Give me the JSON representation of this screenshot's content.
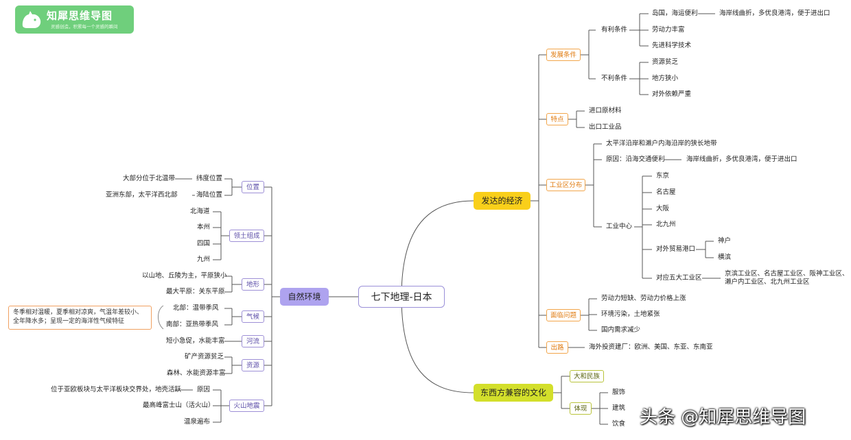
{
  "logo": {
    "title": "知犀思维导图",
    "subtitle": "灵感创造，积累每一个灵感的瞬间",
    "icon": "rhino-icon"
  },
  "watermark": "头条 @知犀思维导图",
  "center": "七下地理-日本",
  "economy": {
    "title": "发达的经济",
    "conditions": {
      "label": "发展条件",
      "favorable": {
        "label": "有利条件",
        "items": [
          "岛国，海运便利",
          "劳动力丰富",
          "先进科学技术"
        ],
        "item0_detail": "海岸线曲折，多优良港湾，便于进出口"
      },
      "unfavorable": {
        "label": "不利条件",
        "items": [
          "资源贫乏",
          "地方狭小",
          "对外依赖严重"
        ]
      }
    },
    "features": {
      "label": "特点",
      "items": [
        "进口原材料",
        "出口工业品"
      ]
    },
    "industry": {
      "label": "工业区分布",
      "belt": "太平洋沿岸和濑户内海沿岸的狭长地带",
      "reason": "原因：沿海交通便利",
      "reason_detail": "海岸线曲折，多优良港湾，便于进出口",
      "centers": {
        "label": "工业中心",
        "cities": [
          "东京",
          "名古屋",
          "大阪",
          "北九州"
        ],
        "ports": {
          "label": "对外贸易港口",
          "items": [
            "神户",
            "横滨"
          ]
        },
        "five": {
          "label": "对应五大工业区",
          "detail_line1": "京滨工业区、名古屋工业区、阪神工业区、",
          "detail_line2": "濑户内工业区、北九州工业区"
        }
      }
    },
    "problems": {
      "label": "面临问题",
      "items": [
        "劳动力短缺、劳动力价格上涨",
        "环境污染，土地紧张",
        "国内需求减少"
      ]
    },
    "way_out": {
      "label": "出路",
      "detail": "海外投资建厂：欧洲、美国、东亚、东南亚"
    }
  },
  "culture": {
    "title": "东西方兼容的文化",
    "nation": "大和民族",
    "embodiment": {
      "label": "体现",
      "items": [
        "服饰",
        "建筑",
        "饮食"
      ]
    }
  },
  "nature": {
    "title": "自然环境",
    "location": {
      "label": "位置",
      "items": [
        {
          "label": "纬度位置",
          "detail": "大部分位于北温带"
        },
        {
          "label": "海陆位置",
          "detail": "亚洲东部，太平洋西北部"
        }
      ]
    },
    "territory": {
      "label": "领土组成",
      "items": [
        "北海道",
        "本州",
        "四国",
        "九州"
      ]
    },
    "terrain": {
      "label": "地形",
      "items": [
        "以山地、丘陵为主，平原狭小",
        "最大平原：关东平原"
      ]
    },
    "climate": {
      "label": "气候",
      "items": [
        "北部：温带季风",
        "南部：亚热带季风"
      ],
      "note": "冬季相对温暖，夏季相对凉爽，气温年差较小、全年降水多；呈现一定的海洋性气候特征"
    },
    "rivers": {
      "label": "河流",
      "detail": "短小急促，水能丰富"
    },
    "resources": {
      "label": "资源",
      "items": [
        "矿产资源贫乏",
        "森林、水能资源丰富"
      ]
    },
    "volcano": {
      "label": "火山地震",
      "items": [
        "原因",
        "最高峰富士山（活火山）",
        "温泉遍布"
      ],
      "reason_detail": "位于亚欧板块与太平洋板块交界处，地壳活跃"
    }
  },
  "colors": {
    "economy": "#f9cf1a",
    "culture": "#d3df2b",
    "nature": "#aea3ef",
    "orange_border": "#f2a54a",
    "purple_border": "#9d8fd6",
    "line": "#555555",
    "logo": "#6fcf7c"
  }
}
